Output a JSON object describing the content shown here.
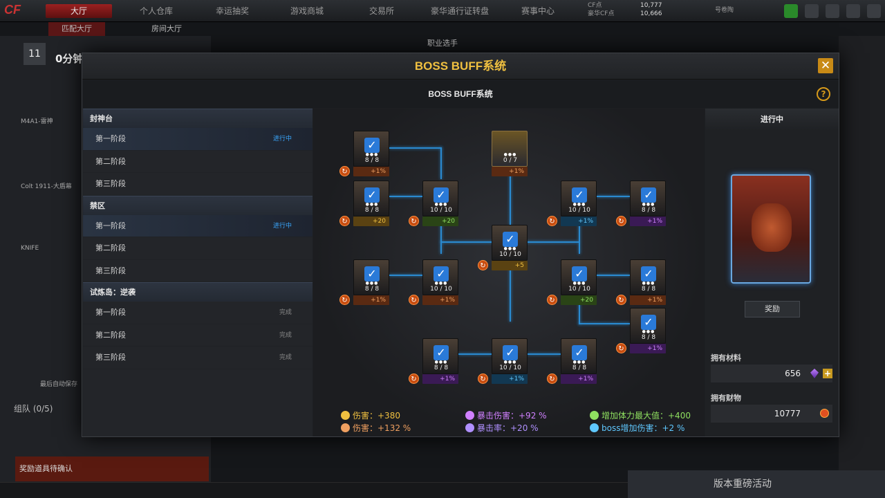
{
  "topnav": {
    "logo": "CF",
    "tabs": [
      "大厅",
      "个人仓库",
      "幸运抽奖",
      "游戏商城",
      "交易所",
      "豪华通行证转盘",
      "赛事中心"
    ],
    "cf_label": "CF点",
    "cf_value": "10,777",
    "vip_cf_label": "豪华CF点",
    "vip_cf_value": "10,666",
    "extra": "号卷陶"
  },
  "subtabs": [
    "匹配大厅",
    "房间大厅"
  ],
  "background_label": "职业选手",
  "modal": {
    "title": "BOSS BUFF系统",
    "subtitle": "BOSS BUFF系统",
    "close": "✕",
    "help": "?"
  },
  "stage_groups": [
    {
      "name": "封神台",
      "stages": [
        {
          "label": "第一阶段",
          "status": "进行中",
          "kind": "prog"
        },
        {
          "label": "第二阶段",
          "status": "",
          "kind": ""
        },
        {
          "label": "第三阶段",
          "status": "",
          "kind": ""
        }
      ]
    },
    {
      "name": "禁区",
      "stages": [
        {
          "label": "第一阶段",
          "status": "进行中",
          "kind": "prog"
        },
        {
          "label": "第二阶段",
          "status": "",
          "kind": ""
        },
        {
          "label": "第三阶段",
          "status": "",
          "kind": ""
        }
      ]
    },
    {
      "name": "试炼岛：逆袭",
      "stages": [
        {
          "label": "第一阶段",
          "status": "完成",
          "kind": "done"
        },
        {
          "label": "第二阶段",
          "status": "完成",
          "kind": "done"
        },
        {
          "label": "第三阶段",
          "status": "完成",
          "kind": "done"
        }
      ]
    }
  ],
  "nodes": [
    {
      "count": "8 / 8",
      "buff": "+1%",
      "type": "fire"
    },
    {
      "count": "0 / 7",
      "buff": "+1%",
      "type": "fire"
    },
    {
      "count": "8 / 8",
      "buff": "+20",
      "type": "knife"
    },
    {
      "count": "10 / 10",
      "buff": "+20",
      "type": "green"
    },
    {
      "count": "10 / 10",
      "buff": "+1%",
      "type": "blue"
    },
    {
      "count": "8 / 8",
      "buff": "+1%",
      "type": "purple"
    },
    {
      "count": "10 / 10",
      "buff": "+5",
      "type": "knife"
    },
    {
      "count": "8 / 8",
      "buff": "+1%",
      "type": "fire"
    },
    {
      "count": "10 / 10",
      "buff": "+1%",
      "type": "fire"
    },
    {
      "count": "10 / 10",
      "buff": "+20",
      "type": "green"
    },
    {
      "count": "8 / 8",
      "buff": "+1%",
      "type": "fire"
    },
    {
      "count": "8 / 8",
      "buff": "+1%",
      "type": "purple"
    },
    {
      "count": "8 / 8",
      "buff": "+1%",
      "type": "purple"
    },
    {
      "count": "10 / 10",
      "buff": "+1%",
      "type": "blue"
    },
    {
      "count": "8 / 8",
      "buff": "+1%",
      "type": "purple"
    }
  ],
  "stats": [
    {
      "label": "伤害：+380",
      "color": "#f0c040",
      "icon": "knife-icon"
    },
    {
      "label": "伤害：+132 %",
      "color": "#f0a060",
      "icon": "fire-icon"
    },
    {
      "label": "暴击伤害：+92 %",
      "color": "#d080ff",
      "icon": "crit-damage-icon"
    },
    {
      "label": "暴击率：+20 %",
      "color": "#b090ff",
      "icon": "crit-rate-icon"
    },
    {
      "label": "增加体力最大值：+400",
      "color": "#8fe060",
      "icon": "health-icon"
    },
    {
      "label": "boss增加伤害：+2 %",
      "color": "#5fc8ff",
      "icon": "boss-damage-icon"
    }
  ],
  "right": {
    "status": "进行中",
    "reward_button": "奖励",
    "materials_label": "拥有材料",
    "materials_value": "656",
    "wealth_label": "拥有财物",
    "wealth_value": "10777"
  },
  "background_left": {
    "level": "11",
    "score": "0分钟",
    "weapon1": "M4A1-雷神",
    "weapon2": "Colt 1911-大盾幕",
    "weapon3": "KNIFE",
    "team": "组队 (0/5)",
    "confirm": "奖励道具待确认",
    "auto": "最后自动保存"
  },
  "banner": "版本重磅活动"
}
